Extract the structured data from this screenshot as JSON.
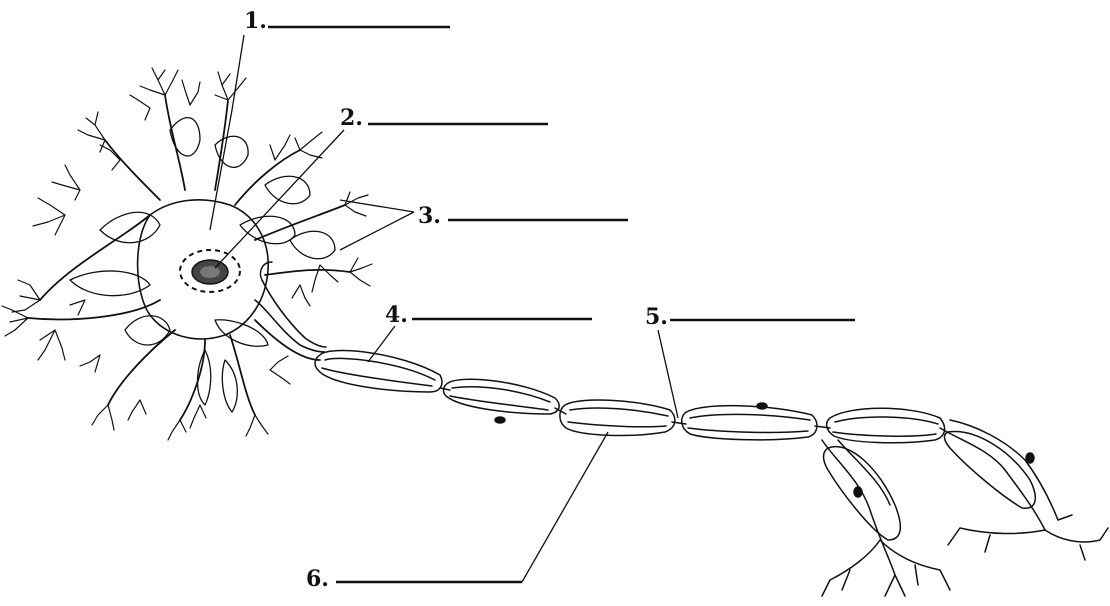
{
  "labels": [
    {
      "id": "1",
      "text": "1."
    },
    {
      "id": "2",
      "text": "2."
    },
    {
      "id": "3",
      "text": "3."
    },
    {
      "id": "4",
      "text": "4."
    },
    {
      "id": "5",
      "text": "5."
    },
    {
      "id": "6",
      "text": "6."
    }
  ],
  "colors": {
    "ink": "#111111",
    "background": "#ffffff"
  },
  "icons": [
    "neuron-illustration"
  ]
}
